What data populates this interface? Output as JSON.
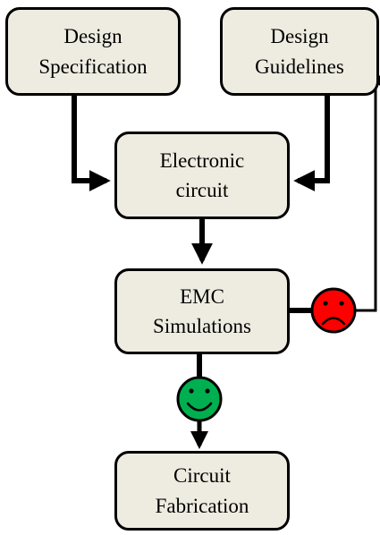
{
  "nodes": {
    "design_specification": {
      "line1": "Design",
      "line2": "Specification"
    },
    "design_guidelines": {
      "line1": "Design",
      "line2": "Guidelines"
    },
    "electronic_circuit": {
      "line1": "Electronic",
      "line2": "circuit"
    },
    "emc_simulations": {
      "line1": "EMC",
      "line2": "Simulations"
    },
    "circuit_fabrication": {
      "line1": "Circuit",
      "line2": "Fabrication"
    }
  },
  "indicators": {
    "fail": {
      "icon": "sad-face-icon",
      "color": "#ff0000"
    },
    "pass": {
      "icon": "happy-face-icon",
      "color": "#00b050"
    }
  },
  "colors": {
    "box_fill": "#eeece1",
    "stroke": "#000000"
  }
}
